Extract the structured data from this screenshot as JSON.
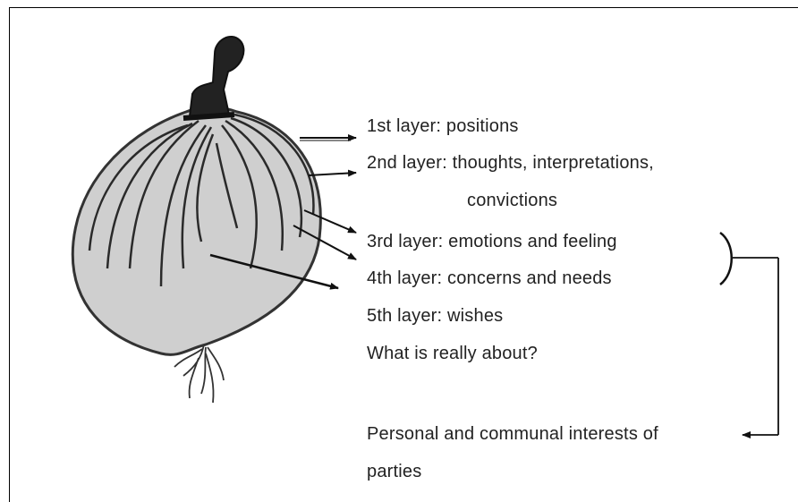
{
  "diagram": {
    "layers": [
      {
        "text": "1st layer: positions"
      },
      {
        "text": "2nd layer: thoughts, interpretations,"
      },
      {
        "text": "convictions"
      },
      {
        "text": "3rd layer: emotions and feeling"
      },
      {
        "text": "4th layer: concerns and needs"
      },
      {
        "text": "5th layer: wishes"
      },
      {
        "text": "What is really about?"
      }
    ],
    "interests": {
      "line1": "Personal and communal interests of",
      "line2": "parties"
    }
  }
}
